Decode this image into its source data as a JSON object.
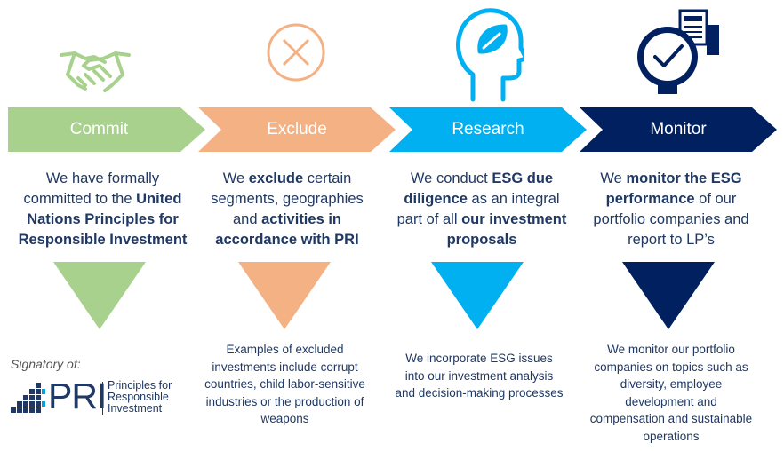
{
  "stages": [
    {
      "label": "Commit",
      "color": "#a9d18e",
      "icon": "handshake-icon",
      "description": [
        {
          "t": "We have formally committed to the ",
          "b": false
        },
        {
          "t": "United Nations Principles for Responsible Investment",
          "b": true
        }
      ],
      "note": ""
    },
    {
      "label": "Exclude",
      "color": "#f4b183",
      "icon": "cross-circle-icon",
      "description": [
        {
          "t": "We ",
          "b": false
        },
        {
          "t": "exclude",
          "b": true
        },
        {
          "t": " certain segments, geographies and ",
          "b": false
        },
        {
          "t": "activities in accordance with PRI",
          "b": true
        }
      ],
      "note": "Examples of excluded investments include corrupt countries, child labor-sensitive industries or the production  of weapons"
    },
    {
      "label": "Research",
      "color": "#00b0f0",
      "icon": "head-leaf-icon",
      "description": [
        {
          "t": "We conduct ",
          "b": false
        },
        {
          "t": "ESG due diligence",
          "b": true
        },
        {
          "t": " as an integral part of all ",
          "b": false
        },
        {
          "t": "our investment proposals",
          "b": true
        }
      ],
      "note": "We incorporate ESG issues into our investment analysis and decision-making processes"
    },
    {
      "label": "Monitor",
      "color": "#002060",
      "icon": "gauge-check-document-icon",
      "description": [
        {
          "t": "We ",
          "b": false
        },
        {
          "t": "monitor the ESG performance",
          "b": true
        },
        {
          "t": " of our portfolio companies and report to LP’s",
          "b": false
        }
      ],
      "note": "We monitor our portfolio companies on topics such as diversity, employee development and compensation and sustainable operations"
    }
  ],
  "signatory": {
    "label": "Signatory of:",
    "logo_word": "PRI",
    "logo_text_1": "Principles for",
    "logo_text_2": "Responsible",
    "logo_text_3": "Investment"
  }
}
